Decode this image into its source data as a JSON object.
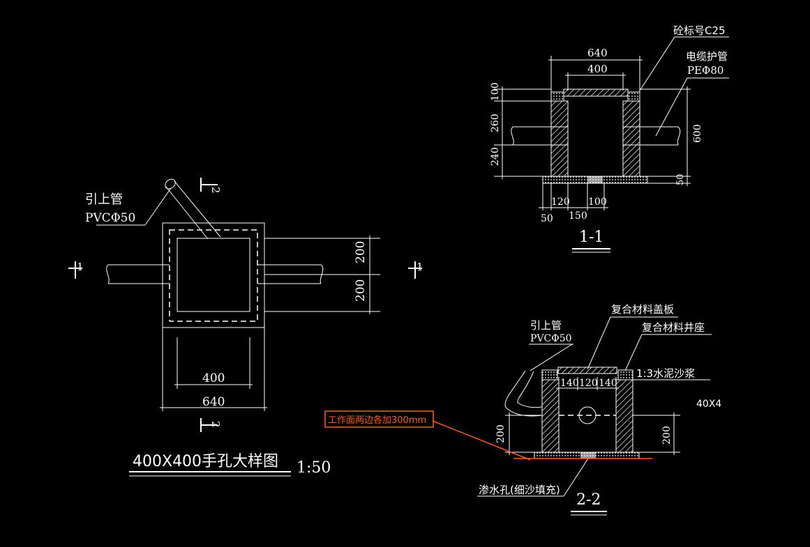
{
  "plan": {
    "title": "400X400手孔大样图",
    "scale": "1:50",
    "pipe_label_1": "引上管",
    "pipe_label_2": "PVCΦ50",
    "section_mark_1": "1",
    "section_mark_2": "2",
    "dims": {
      "inner": "400",
      "outer": "640",
      "half_a": "200",
      "half_b": "200"
    }
  },
  "section1": {
    "label": "1-1",
    "top_note": "砼标号C25",
    "cable_label_1": "电缆护管",
    "cable_label_2": "PEΦ80",
    "dims": {
      "outer": "640",
      "inner": "400",
      "d100": "100",
      "d260": "260",
      "d240": "240",
      "d600": "600",
      "d50r": "50",
      "b50": "50",
      "b120": "120",
      "b150": "150",
      "b100": "100"
    }
  },
  "section2": {
    "label": "2-2",
    "cover_label": "复合材料盖板",
    "seat_label": "复合材料井座",
    "mortar_label": "1:3水泥沙浆",
    "pipe_label_1": "引上管",
    "pipe_label_2": "PVCΦ50",
    "annotation": "工作面两边各加300mm",
    "side_note": "40X4",
    "drain_label": "渗水孔(细沙填充)",
    "dims": {
      "w140a": "140",
      "w120": "120",
      "w140b": "140",
      "h200l": "200",
      "h200r": "200"
    }
  },
  "colors": {
    "background": "#000000",
    "line": "#ffffff",
    "annotation": "#ff5a1e"
  }
}
